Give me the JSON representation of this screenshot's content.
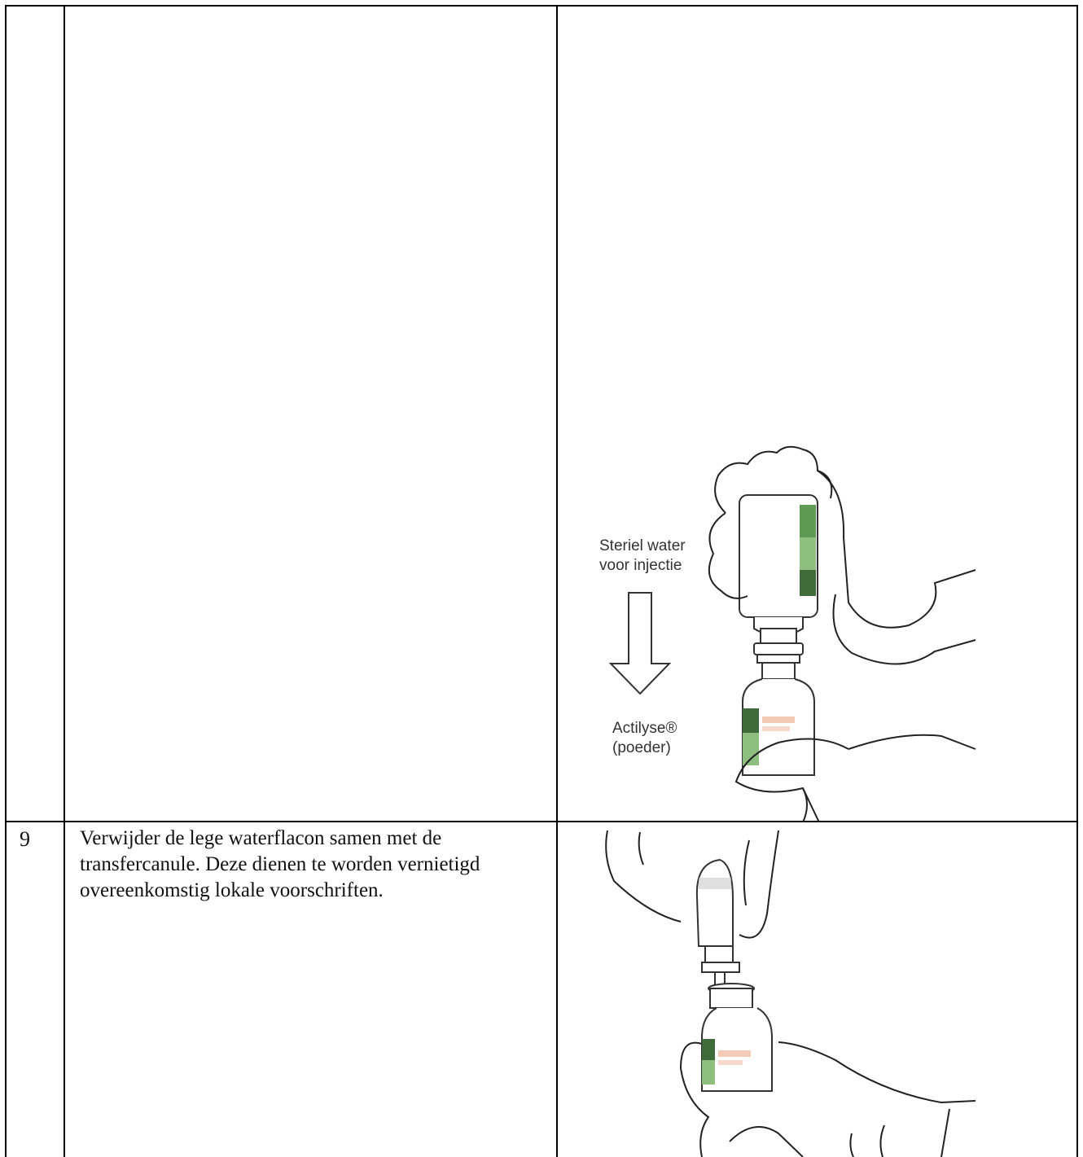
{
  "rows": [
    {
      "number": "",
      "text": "",
      "figure": {
        "labels": {
          "top": "Steriel water\nvoor injectie",
          "bottom": "Actilyse®\n(poeder)"
        },
        "icons": [
          "gloved-hands-icon",
          "water-vial-icon",
          "down-arrow-icon",
          "actilyse-vial-icon"
        ]
      }
    },
    {
      "number": "9",
      "text": "Verwijder de lege waterflacon samen met de transfercanule. Deze dienen te worden vernietigd overeenkomstig lokale voorschriften.",
      "figure": {
        "icons": [
          "gloved-hands-icon",
          "empty-water-vial-icon",
          "transfer-cannula-icon",
          "actilyse-vial-icon"
        ]
      }
    }
  ],
  "colors": {
    "label_green_dark": "#3f6b3a",
    "label_green_light": "#8fbf7f",
    "label_orange": "#e9a07a"
  }
}
